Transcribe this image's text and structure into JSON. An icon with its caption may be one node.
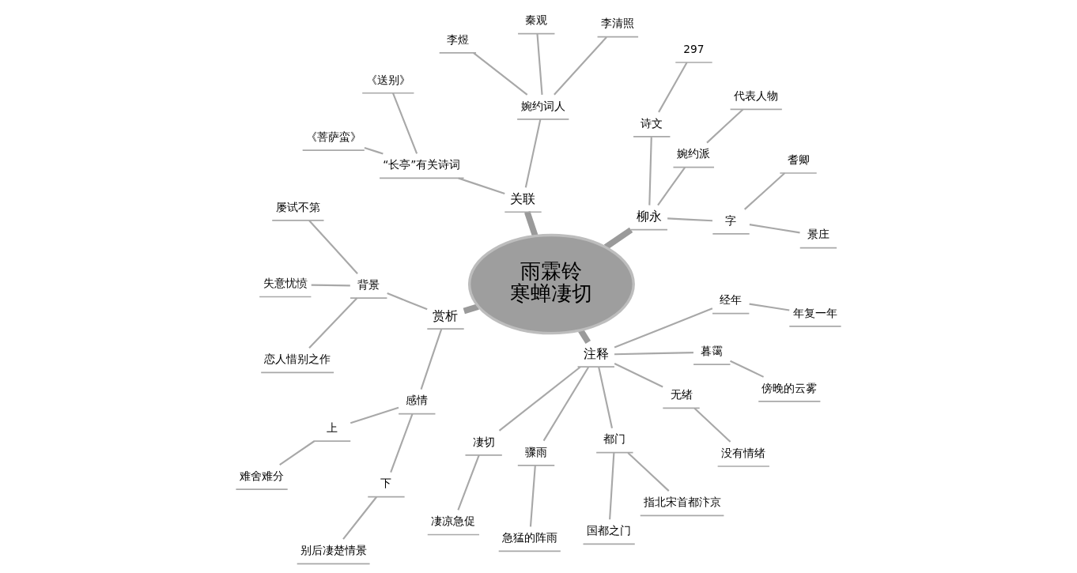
{
  "diagram": {
    "nodes": [
      {
        "text": [
          "雨霖铃",
          "寒蝉凄切"
        ]
      },
      {
        "text": [
          "关联"
        ]
      },
      {
        "text": [
          "婉约词人"
        ]
      },
      {
        "text": [
          "李清照"
        ]
      },
      {
        "text": [
          "秦观"
        ]
      },
      {
        "text": [
          "李煜"
        ]
      },
      {
        "text": [
          "“长亭”有关诗词"
        ]
      },
      {
        "text": [
          "《送别》"
        ]
      },
      {
        "text": [
          "《菩萨蛮》"
        ]
      },
      {
        "text": [
          "柳永"
        ]
      },
      {
        "text": [
          "字"
        ]
      },
      {
        "text": [
          "景庄"
        ]
      },
      {
        "text": [
          "耆卿"
        ]
      },
      {
        "text": [
          "婉约派"
        ]
      },
      {
        "text": [
          "代表人物"
        ]
      },
      {
        "text": [
          "诗文"
        ]
      },
      {
        "text": [
          "297"
        ]
      },
      {
        "text": [
          "赏析"
        ]
      },
      {
        "text": [
          "背景"
        ]
      },
      {
        "text": [
          "屡试不第"
        ]
      },
      {
        "text": [
          "失意忧愤"
        ]
      },
      {
        "text": [
          "恋人惜别之作"
        ]
      },
      {
        "text": [
          "感情"
        ]
      },
      {
        "text": [
          "上"
        ]
      },
      {
        "text": [
          "难舍难分"
        ]
      },
      {
        "text": [
          "下"
        ]
      },
      {
        "text": [
          "别后凄楚情景"
        ]
      },
      {
        "text": [
          "注释"
        ]
      },
      {
        "text": [
          "凄切"
        ]
      },
      {
        "text": [
          "凄凉急促"
        ]
      },
      {
        "text": [
          "骤雨"
        ]
      },
      {
        "text": [
          "急猛的阵雨"
        ]
      },
      {
        "text": [
          "都门"
        ]
      },
      {
        "text": [
          "国都之门"
        ]
      },
      {
        "text": [
          "指北宋首都汴京"
        ]
      },
      {
        "text": [
          "无绪"
        ]
      },
      {
        "text": [
          "没有情绪"
        ]
      },
      {
        "text": [
          "暮霭"
        ]
      },
      {
        "text": [
          "傍晚的云雾"
        ]
      },
      {
        "text": [
          "经年"
        ]
      },
      {
        "text": [
          "年复一年"
        ]
      }
    ],
    "edges": [
      {
        "from": 0,
        "to": 1,
        "arrow": "none",
        "style": "thick"
      },
      {
        "from": 1,
        "to": 2,
        "arrow": "none"
      },
      {
        "from": 2,
        "to": 3,
        "arrow": "none"
      },
      {
        "from": 2,
        "to": 4,
        "arrow": "none"
      },
      {
        "from": 2,
        "to": 5,
        "arrow": "none"
      },
      {
        "from": 1,
        "to": 6,
        "arrow": "none"
      },
      {
        "from": 6,
        "to": 7,
        "arrow": "none"
      },
      {
        "from": 6,
        "to": 8,
        "arrow": "none"
      },
      {
        "from": 0,
        "to": 9,
        "arrow": "none",
        "style": "thick"
      },
      {
        "from": 9,
        "to": 10,
        "arrow": "none"
      },
      {
        "from": 10,
        "to": 11,
        "arrow": "none"
      },
      {
        "from": 10,
        "to": 12,
        "arrow": "none"
      },
      {
        "from": 9,
        "to": 13,
        "arrow": "none"
      },
      {
        "from": 13,
        "to": 14,
        "arrow": "none"
      },
      {
        "from": 9,
        "to": 15,
        "arrow": "none"
      },
      {
        "from": 15,
        "to": 16,
        "arrow": "none"
      },
      {
        "from": 0,
        "to": 17,
        "arrow": "none",
        "style": "thick"
      },
      {
        "from": 17,
        "to": 18,
        "arrow": "none"
      },
      {
        "from": 18,
        "to": 19,
        "arrow": "none"
      },
      {
        "from": 18,
        "to": 20,
        "arrow": "none"
      },
      {
        "from": 18,
        "to": 21,
        "arrow": "none"
      },
      {
        "from": 17,
        "to": 22,
        "arrow": "none"
      },
      {
        "from": 22,
        "to": 23,
        "arrow": "none"
      },
      {
        "from": 23,
        "to": 24,
        "arrow": "none"
      },
      {
        "from": 22,
        "to": 25,
        "arrow": "none"
      },
      {
        "from": 25,
        "to": 26,
        "arrow": "none"
      },
      {
        "from": 0,
        "to": 27,
        "arrow": "none",
        "style": "thick"
      },
      {
        "from": 27,
        "to": 28,
        "arrow": "none"
      },
      {
        "from": 28,
        "to": 29,
        "arrow": "none"
      },
      {
        "from": 27,
        "to": 30,
        "arrow": "none"
      },
      {
        "from": 30,
        "to": 31,
        "arrow": "none"
      },
      {
        "from": 27,
        "to": 32,
        "arrow": "none"
      },
      {
        "from": 32,
        "to": 33,
        "arrow": "none"
      },
      {
        "from": 32,
        "to": 34,
        "arrow": "none"
      },
      {
        "from": 27,
        "to": 35,
        "arrow": "none"
      },
      {
        "from": 35,
        "to": 36,
        "arrow": "none"
      },
      {
        "from": 27,
        "to": 37,
        "arrow": "none"
      },
      {
        "from": 37,
        "to": 38,
        "arrow": "none"
      },
      {
        "from": 27,
        "to": 39,
        "arrow": "none"
      },
      {
        "from": 39,
        "to": 40,
        "arrow": "none"
      }
    ]
  }
}
